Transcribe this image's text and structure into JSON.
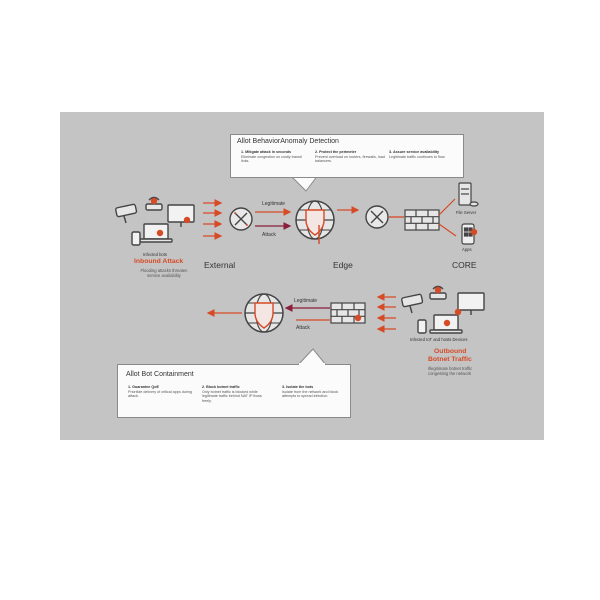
{
  "colors": {
    "background": "#c4c4c4",
    "attack": "#d64a26",
    "legit_arrow": "#8a1f3c",
    "icon_stroke": "#444444"
  },
  "detection": {
    "title": "Allot BehaviorAnomaly Detection",
    "steps": [
      {
        "heading": "1. Mitigate attack in seconds",
        "body": "Eliminate congestion on costly transit links."
      },
      {
        "heading": "2. Protect the perimeter",
        "body": "Prevent overload on routers, firewalls, load balancers."
      },
      {
        "heading": "3. Assure service availability",
        "body": "Legitimate traffic continues to flow."
      }
    ]
  },
  "inbound": {
    "infected_label": "Infected bots",
    "attack_label": "Inbound Attack",
    "description": "Flooding attacks threaten service availability",
    "legit_label": "Legitimate",
    "attack_arrow_label": "Attack"
  },
  "zones": {
    "external": "External",
    "edge": "Edge",
    "core": "CORE"
  },
  "core": {
    "file_server": "File Server",
    "apps": "Apps"
  },
  "outbound": {
    "legit_label": "Legitimate",
    "attack_arrow_label": "Attack",
    "infected_label": "Infected IoT and hosts Devices",
    "title_line1": "Outbound",
    "title_line2": "Botnet Traffic",
    "description": "Illegitimate botnet traffic congesting the network"
  },
  "containment": {
    "title": "Allot Bot Containment",
    "steps": [
      {
        "heading": "1. Guarantee QoE",
        "body": "Prioritize delivery of critical apps during attack."
      },
      {
        "heading": "2. Block botnet traffic",
        "body": "Only botnet traffic is blocked while legitimate traffic behind NAT IP flows freely."
      },
      {
        "heading": "3. Isolate the bots",
        "body": "Isolate from the network and block attempts to spread infection."
      }
    ]
  }
}
